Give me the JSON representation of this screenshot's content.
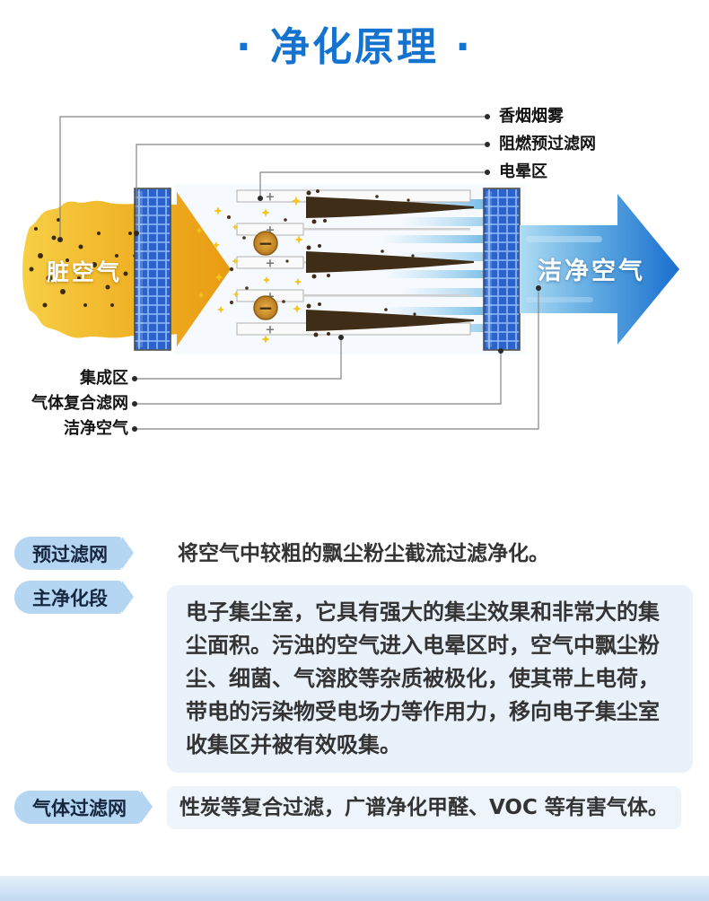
{
  "title": "· 净化原理 ·",
  "diagram": {
    "dirty_air_label": "脏空气",
    "clean_air_label": "洁净空气",
    "plus_sign": "+",
    "minus_sign": "−",
    "callouts_top": [
      {
        "label": "香烟烟雾"
      },
      {
        "label": "阻燃预过滤网"
      },
      {
        "label": "电晕区"
      }
    ],
    "callouts_bottom": [
      {
        "label": "集成区"
      },
      {
        "label": "气体复合滤网"
      },
      {
        "label": "洁净空气"
      }
    ]
  },
  "sections": [
    {
      "tag": "预过滤网",
      "text": "将空气中较粗的飘尘粉尘截流过滤净化。"
    },
    {
      "tag": "主净化段",
      "text": "电子集尘室，它具有强大的集尘效果和非常大的集尘面积。污浊的空气进入电晕区时，空气中飘尘粉尘、细菌、气溶胶等杂质被极化，使其带上电荷，带电的污染物受电场力等作用力，移向电子集尘室收集区并被有效吸集。"
    },
    {
      "tag": "气体过滤网",
      "text": "性炭等复合过滤，广谱净化甲醛、VOC 等有害气体。"
    }
  ],
  "colors": {
    "title_blue": "#1573d0",
    "tag_bg": "#b5d6f3",
    "tag_text": "#16263f",
    "paragraph_bg": "#e9f1fb",
    "dirty_arrow_yellow": "#efae22",
    "clean_arrow_blue": "#1a6fce",
    "filter_blue": "#2b62ce",
    "dust_brown": "#3f2d17"
  }
}
